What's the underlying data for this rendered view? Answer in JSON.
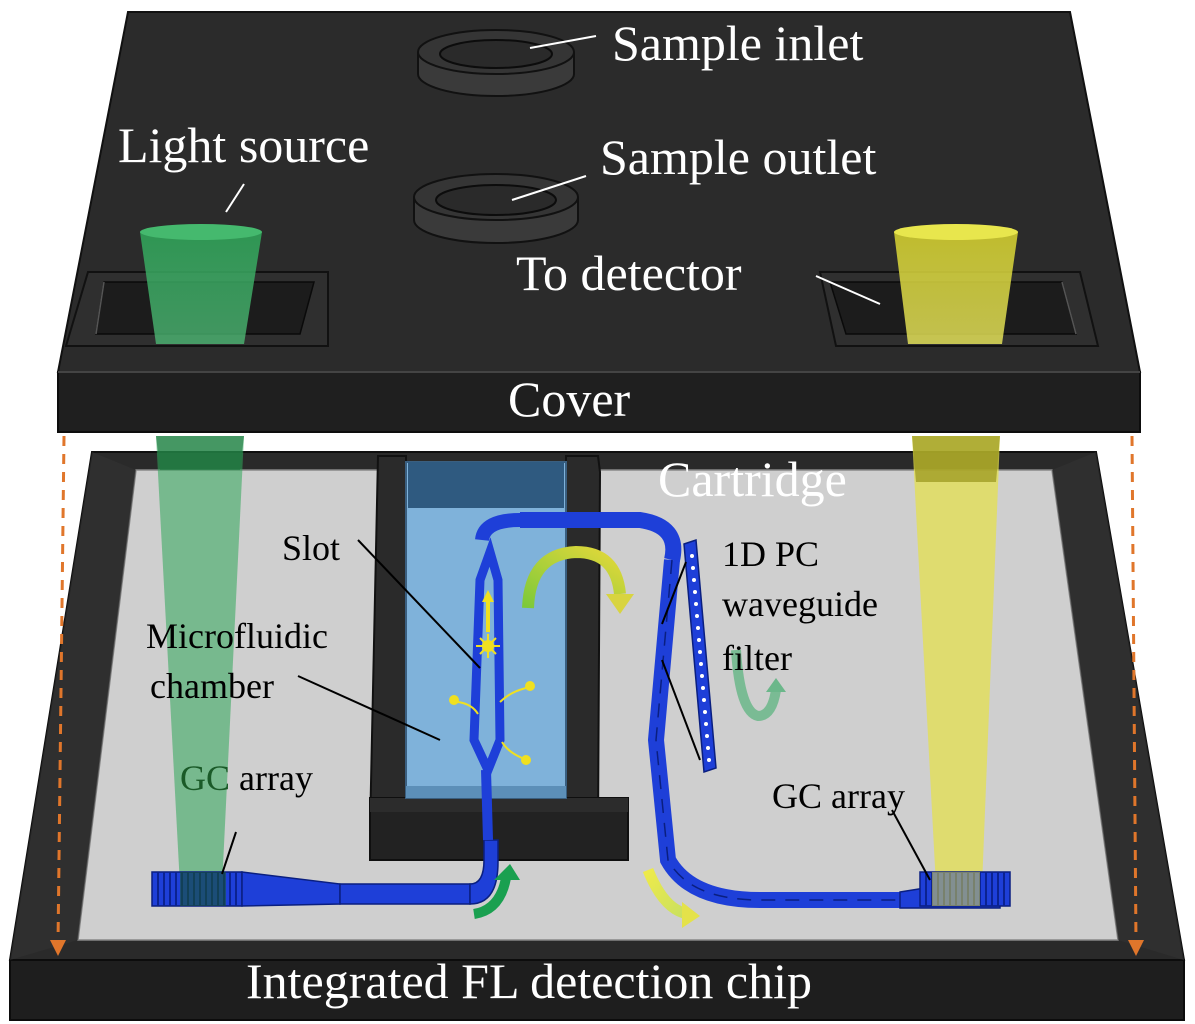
{
  "labels": {
    "sample_inlet": "Sample inlet",
    "sample_outlet": "Sample outlet",
    "light_source": "Light source",
    "to_detector": "To detector",
    "cover": "Cover",
    "cartridge": "Cartridge",
    "slot": "Slot",
    "microfluidic_line1": "Microfluidic",
    "microfluidic_line2": "chamber",
    "pc_line1": "1D PC",
    "pc_line2": "waveguide",
    "pc_line3": "filter",
    "gc_left_prefix": "GC",
    "gc_left_suffix": " array",
    "gc_right": "GC array",
    "chip": "Integrated FL detection chip"
  },
  "colors": {
    "cover": "#2b2b2b",
    "chip_base": "#262626",
    "chip_surface": "#cfcfcf",
    "chamber": "#7fb2da",
    "waveguide": "#1e3fd8",
    "green_beam": "#2fa85a",
    "yellow_beam": "#e5e04a",
    "guide_dash": "#e0762b",
    "label_white": "#ffffff",
    "label_black": "#000000",
    "gc_green": "#1a5a28"
  },
  "icons": [
    "inlet-ring-icon",
    "outlet-ring-icon",
    "green-curved-arrow-icon",
    "yellow-curved-arrow-icon",
    "fluorescence-spark-icon"
  ]
}
